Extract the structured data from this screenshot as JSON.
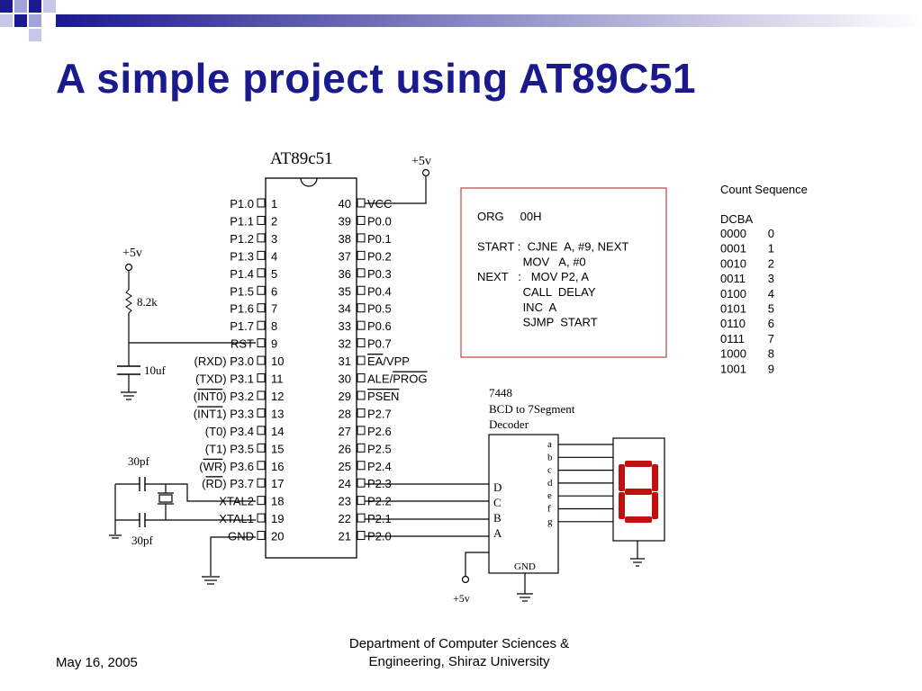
{
  "slide": {
    "title": "A simple project using AT89C51",
    "date": "May 16, 2005",
    "dept_line1": "Department of Computer Sciences &",
    "dept_line2": "Engineering, Shiraz University"
  },
  "chip": {
    "name": "AT89c51",
    "left_pins": [
      {
        "label": "P1.0",
        "num": "1"
      },
      {
        "label": "P1.1",
        "num": "2"
      },
      {
        "label": "P1.2",
        "num": "3"
      },
      {
        "label": "P1.3",
        "num": "4"
      },
      {
        "label": "P1.4",
        "num": "5"
      },
      {
        "label": "P1.5",
        "num": "6"
      },
      {
        "label": "P1.6",
        "num": "7"
      },
      {
        "label": "P1.7",
        "num": "8"
      },
      {
        "label": "RST",
        "num": "9"
      },
      {
        "label": "(RXD) P3.0",
        "num": "10"
      },
      {
        "label": "(TXD) P3.1",
        "num": "11"
      },
      {
        "label": "(INT0) P3.2",
        "num": "12"
      },
      {
        "label": "(INT1) P3.3",
        "num": "13"
      },
      {
        "label": "(T0) P3.4",
        "num": "14"
      },
      {
        "label": "(T1) P3.5",
        "num": "15"
      },
      {
        "label": "(WR) P3.6",
        "num": "16"
      },
      {
        "label": "(RD) P3.7",
        "num": "17"
      },
      {
        "label": "XTAL2",
        "num": "18"
      },
      {
        "label": "XTAL1",
        "num": "19"
      },
      {
        "label": "GND",
        "num": "20"
      }
    ],
    "right_pins": [
      {
        "label": "VCC",
        "num": "40"
      },
      {
        "label": "P0.0",
        "num": "39"
      },
      {
        "label": "P0.1",
        "num": "38"
      },
      {
        "label": "P0.2",
        "num": "37"
      },
      {
        "label": "P0.3",
        "num": "36"
      },
      {
        "label": "P0.4",
        "num": "35"
      },
      {
        "label": "P0.5",
        "num": "34"
      },
      {
        "label": "P0.6",
        "num": "33"
      },
      {
        "label": "P0.7",
        "num": "32"
      },
      {
        "label": "EA/VPP",
        "num": "31"
      },
      {
        "label": "ALE/PROG",
        "num": "30"
      },
      {
        "label": "PSEN",
        "num": "29"
      },
      {
        "label": "P2.7",
        "num": "28"
      },
      {
        "label": "P2.6",
        "num": "27"
      },
      {
        "label": "P2.5",
        "num": "26"
      },
      {
        "label": "P2.4",
        "num": "25"
      },
      {
        "label": "P2.3",
        "num": "24"
      },
      {
        "label": "P2.2",
        "num": "23"
      },
      {
        "label": "P2.1",
        "num": "22"
      },
      {
        "label": "P2.0",
        "num": "21"
      }
    ]
  },
  "components": {
    "vcc_top": "+5v",
    "vcc_left": "+5v",
    "vcc_decoder": "+5v",
    "resistor": "8.2k",
    "cap_reset": "10uf",
    "cap_top": "30pf",
    "cap_bottom": "30pf"
  },
  "decoder": {
    "title_line1": "7448",
    "title_line2": "BCD to 7Segment",
    "title_line3": "Decoder",
    "inputs": [
      "D",
      "C",
      "B",
      "A"
    ],
    "outputs": [
      "a",
      "b",
      "c",
      "d",
      "e",
      "f",
      "g"
    ],
    "gnd": "GND"
  },
  "display": {
    "digit": "8",
    "color": "#c01010"
  },
  "code": {
    "lines": [
      "ORG     00H",
      "",
      "START :  CJNE  A, #9, NEXT",
      "              MOV   A, #0",
      "NEXT   :   MOV P2, A",
      "              CALL  DELAY",
      "              INC  A",
      "              SJMP  START"
    ],
    "border_color": "#c0504d"
  },
  "count": {
    "title": "Count Sequence",
    "header": "DCBA",
    "rows": [
      {
        "bits": "0000",
        "value": "0"
      },
      {
        "bits": "0001",
        "value": "1"
      },
      {
        "bits": "0010",
        "value": "2"
      },
      {
        "bits": "0011",
        "value": "3"
      },
      {
        "bits": "0100",
        "value": "4"
      },
      {
        "bits": "0101",
        "value": "5"
      },
      {
        "bits": "0110",
        "value": "6"
      },
      {
        "bits": "0111",
        "value": "7"
      },
      {
        "bits": "1000",
        "value": "8"
      },
      {
        "bits": "1001",
        "value": "9"
      }
    ]
  },
  "colors": {
    "title": "#1a1a8c",
    "accent": "#1a1a8c"
  }
}
